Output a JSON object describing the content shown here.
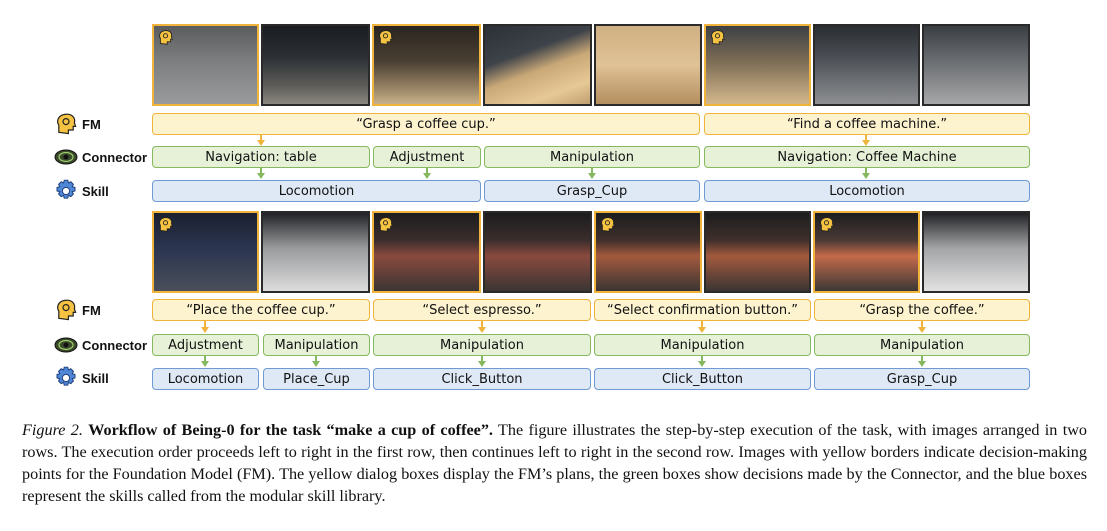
{
  "row_labels": {
    "fm": "FM",
    "connector": "Connector",
    "skill": "Skill"
  },
  "row1": {
    "fm": [
      "“Grasp a coffee cup.”",
      "“Find a coffee machine.”"
    ],
    "connector": [
      "Navigation: table",
      "Adjustment",
      "Manipulation",
      "Navigation: Coffee Machine"
    ],
    "skill": [
      "Locomotion",
      "Grasp_Cup",
      "Locomotion"
    ]
  },
  "row2": {
    "fm": [
      "“Place the coffee cup.”",
      "“Select espresso.”",
      "“Select confirmation button.”",
      "“Grasp the coffee.”"
    ],
    "connector": [
      "Adjustment",
      "Manipulation",
      "Manipulation",
      "Manipulation",
      "Manipulation"
    ],
    "skill": [
      "Locomotion",
      "Place_Cup",
      "Click_Button",
      "Click_Button",
      "Grasp_Cup"
    ]
  },
  "caption": {
    "figure_label": "Figure 2.",
    "title": "Workflow of Being-0 for the task “make a cup of coffee”.",
    "body": "The figure illustrates the step-by-step execution of the task, with images arranged in two rows. The execution order proceeds left to right in the first row, then continues left to right in the second row. Images with yellow borders indicate decision-making points for the Foundation Model (FM). The yellow dialog boxes display the FM’s plans, the green boxes show decisions made by the Connector, and the blue boxes represent the skills called from the modular skill library."
  },
  "colors": {
    "fm_border": "#f0b43c",
    "fm_fill": "#fdf3cf",
    "connector_border": "#86b95f",
    "connector_fill": "#e6f1d8",
    "skill_border": "#6f9ad4",
    "skill_fill": "#dfe9f6"
  },
  "icons": [
    "fm-head-icon",
    "connector-eye-icon",
    "skill-gear-icon"
  ]
}
